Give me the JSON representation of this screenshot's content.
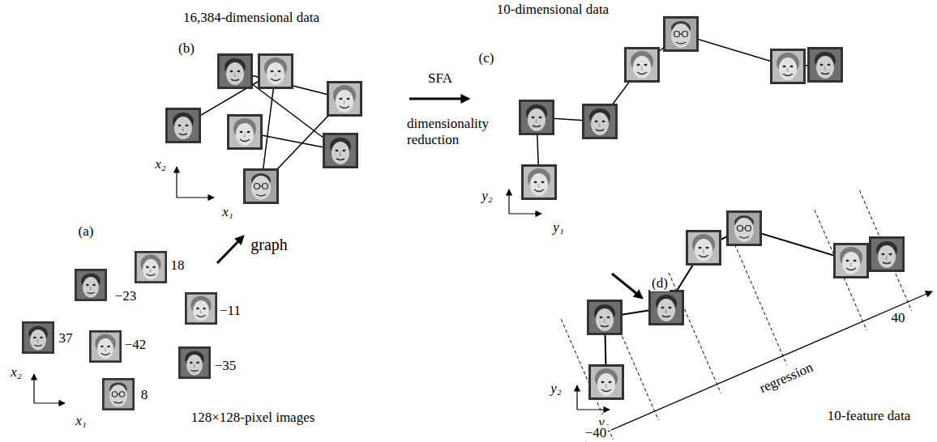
{
  "diagram": {
    "labels": [
      "16,384-dimensional data",
      "(b)",
      "x₂",
      "x₁",
      "SFA",
      "dimensionality reduction",
      "(c)",
      "10-dimensional data",
      "y₂",
      "y₁",
      "graph",
      "(a)",
      "18",
      "−23",
      "−11",
      "37",
      "−42",
      "−35",
      "8",
      "x₂",
      "x₁",
      "128×128-pixel images",
      "(d)",
      "y₂",
      "y₁",
      "regression",
      "40",
      "−40",
      "10-feature data"
    ]
  }
}
